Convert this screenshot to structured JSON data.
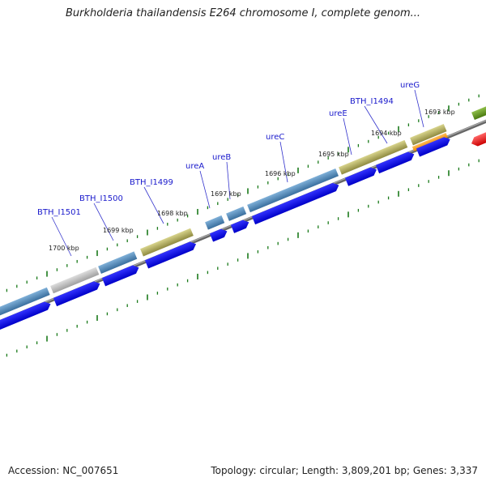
{
  "title": "Burkholderia thailandensis E264 chromosome I, complete genom...",
  "accession": "Accession: NC_007651",
  "summary": "Topology: circular; Length: 3,809,201 bp; Genes: 3,337",
  "colors": {
    "cds": "#0000ee",
    "gene_blue": "#4a86b8",
    "gene_olive": "#b4b060",
    "gene_grey": "#b8b8b8",
    "gene_orange": "#ff9900",
    "gene_red": "#ee0000",
    "gene_green": "#5a8a1a",
    "backbone": "#808080",
    "ticks": "#1a7a1a",
    "label_line": "#3333cc"
  },
  "gene_labels": [
    {
      "id": "BTH_I1501",
      "text": "BTH_I1501"
    },
    {
      "id": "BTH_I1500",
      "text": "BTH_I1500"
    },
    {
      "id": "BTH_I1499",
      "text": "BTH_I1499"
    },
    {
      "id": "ureA",
      "text": "ureA"
    },
    {
      "id": "ureB",
      "text": "ureB"
    },
    {
      "id": "ureC",
      "text": "ureC"
    },
    {
      "id": "ureE",
      "text": "ureE"
    },
    {
      "id": "BTH_I1494",
      "text": "BTH_I1494"
    },
    {
      "id": "ureG",
      "text": "ureG"
    }
  ],
  "position_labels": [
    {
      "id": "1700",
      "text": "1700 kbp"
    },
    {
      "id": "1699",
      "text": "1699 kbp"
    },
    {
      "id": "1698",
      "text": "1698 kbp"
    },
    {
      "id": "1697",
      "text": "1697 kbp"
    },
    {
      "id": "1696",
      "text": "1696 kbp"
    },
    {
      "id": "1695",
      "text": "1695 kbp"
    },
    {
      "id": "1694",
      "text": "1694 kbp"
    },
    {
      "id": "1693",
      "text": "1693 kbp"
    }
  ]
}
